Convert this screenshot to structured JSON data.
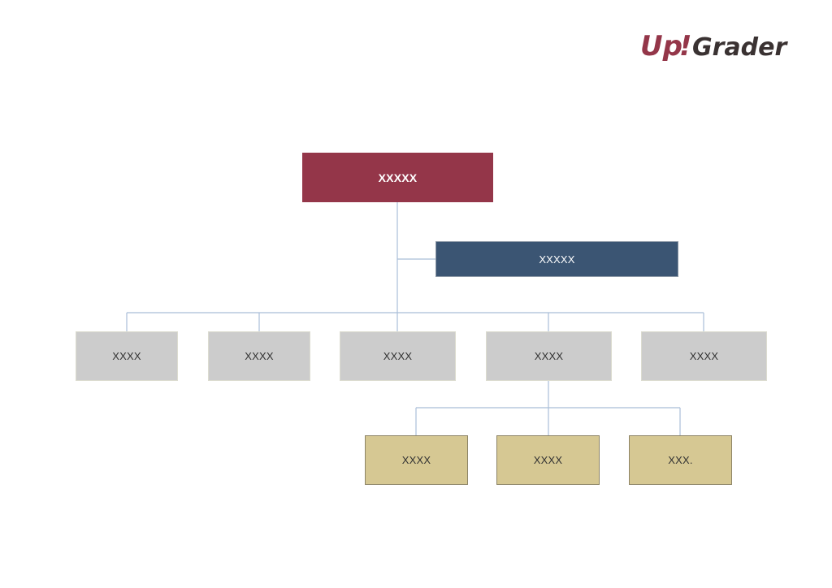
{
  "logo": {
    "part1": "Up",
    "part2": "!",
    "part3": "Grader",
    "color_primary": "#943649",
    "color_secondary": "#3a3232"
  },
  "org_chart": {
    "root": {
      "label": "XXXXX",
      "color": "#943649"
    },
    "assistant": {
      "label": "XXXXX",
      "color": "#3b5573"
    },
    "departments": [
      {
        "label": "XXXX"
      },
      {
        "label": "XXXX"
      },
      {
        "label": "XXXX"
      },
      {
        "label": "XXXX"
      },
      {
        "label": "XXXX"
      }
    ],
    "sub_units": [
      {
        "label": "XXXX"
      },
      {
        "label": "XXXX"
      },
      {
        "label": "XXX."
      }
    ],
    "colors": {
      "department": "#cccccc",
      "sub_unit": "#d6c893",
      "connector": "#a9bed8"
    }
  }
}
